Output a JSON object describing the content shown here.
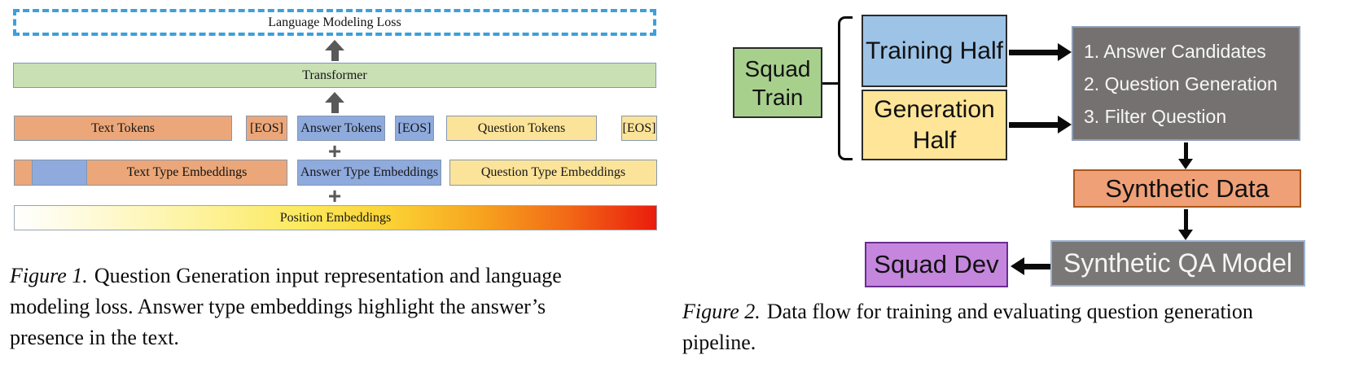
{
  "icons": {
    "plus": "+"
  },
  "colors": {
    "dashed_loss_border": "#3CA0DB",
    "orange": "#EBA779",
    "blue": "#8FAADC",
    "yellow": "#FBE499",
    "green": "#C9E0B4",
    "arrow_gray": "#595959",
    "process_gray": "#767171",
    "synthetic_data_orange": "#F0A077",
    "squad_train_green": "#A8D08D",
    "training_half_blue": "#9DC3E6",
    "generation_half_yellow": "#FFE598",
    "squad_dev_purple": "#C586DD",
    "position_gradient_end_red": "#EA1C0D"
  },
  "fig1": {
    "loss_box": "Language Modeling Loss",
    "transformer": "Transformer",
    "token_row": [
      {
        "label": "Text Tokens"
      },
      {
        "label": "[EOS]"
      },
      {
        "label": "Answer Tokens"
      },
      {
        "label": "[EOS]"
      },
      {
        "label": "Question Tokens"
      },
      {
        "label": "[EOS]"
      }
    ],
    "type_row": [
      {
        "label": "Text Type Embeddings"
      },
      {
        "label": "Answer Type Embeddings"
      },
      {
        "label": "Question Type Embeddings"
      }
    ],
    "position_bar": "Position Embeddings",
    "caption": {
      "prefix": "Figure 1.",
      "line1": "Question Generation input representation and language",
      "line2": "modeling loss.  Answer type embeddings highlight the answer’s",
      "line3": "presence in the text."
    }
  },
  "fig2": {
    "squad_train": "Squad Train",
    "training_half": "Training Half",
    "generation_half": "Generation Half",
    "process_steps": [
      "1. Answer Candidates",
      "2. Question Generation",
      "3. Filter Question"
    ],
    "synthetic_data": "Synthetic Data",
    "synthetic_qa_model": "Synthetic QA Model",
    "squad_dev": "Squad Dev",
    "caption": {
      "prefix": "Figure 2.",
      "line1": "Data flow for training and evaluating question generation",
      "line2": "pipeline."
    }
  }
}
